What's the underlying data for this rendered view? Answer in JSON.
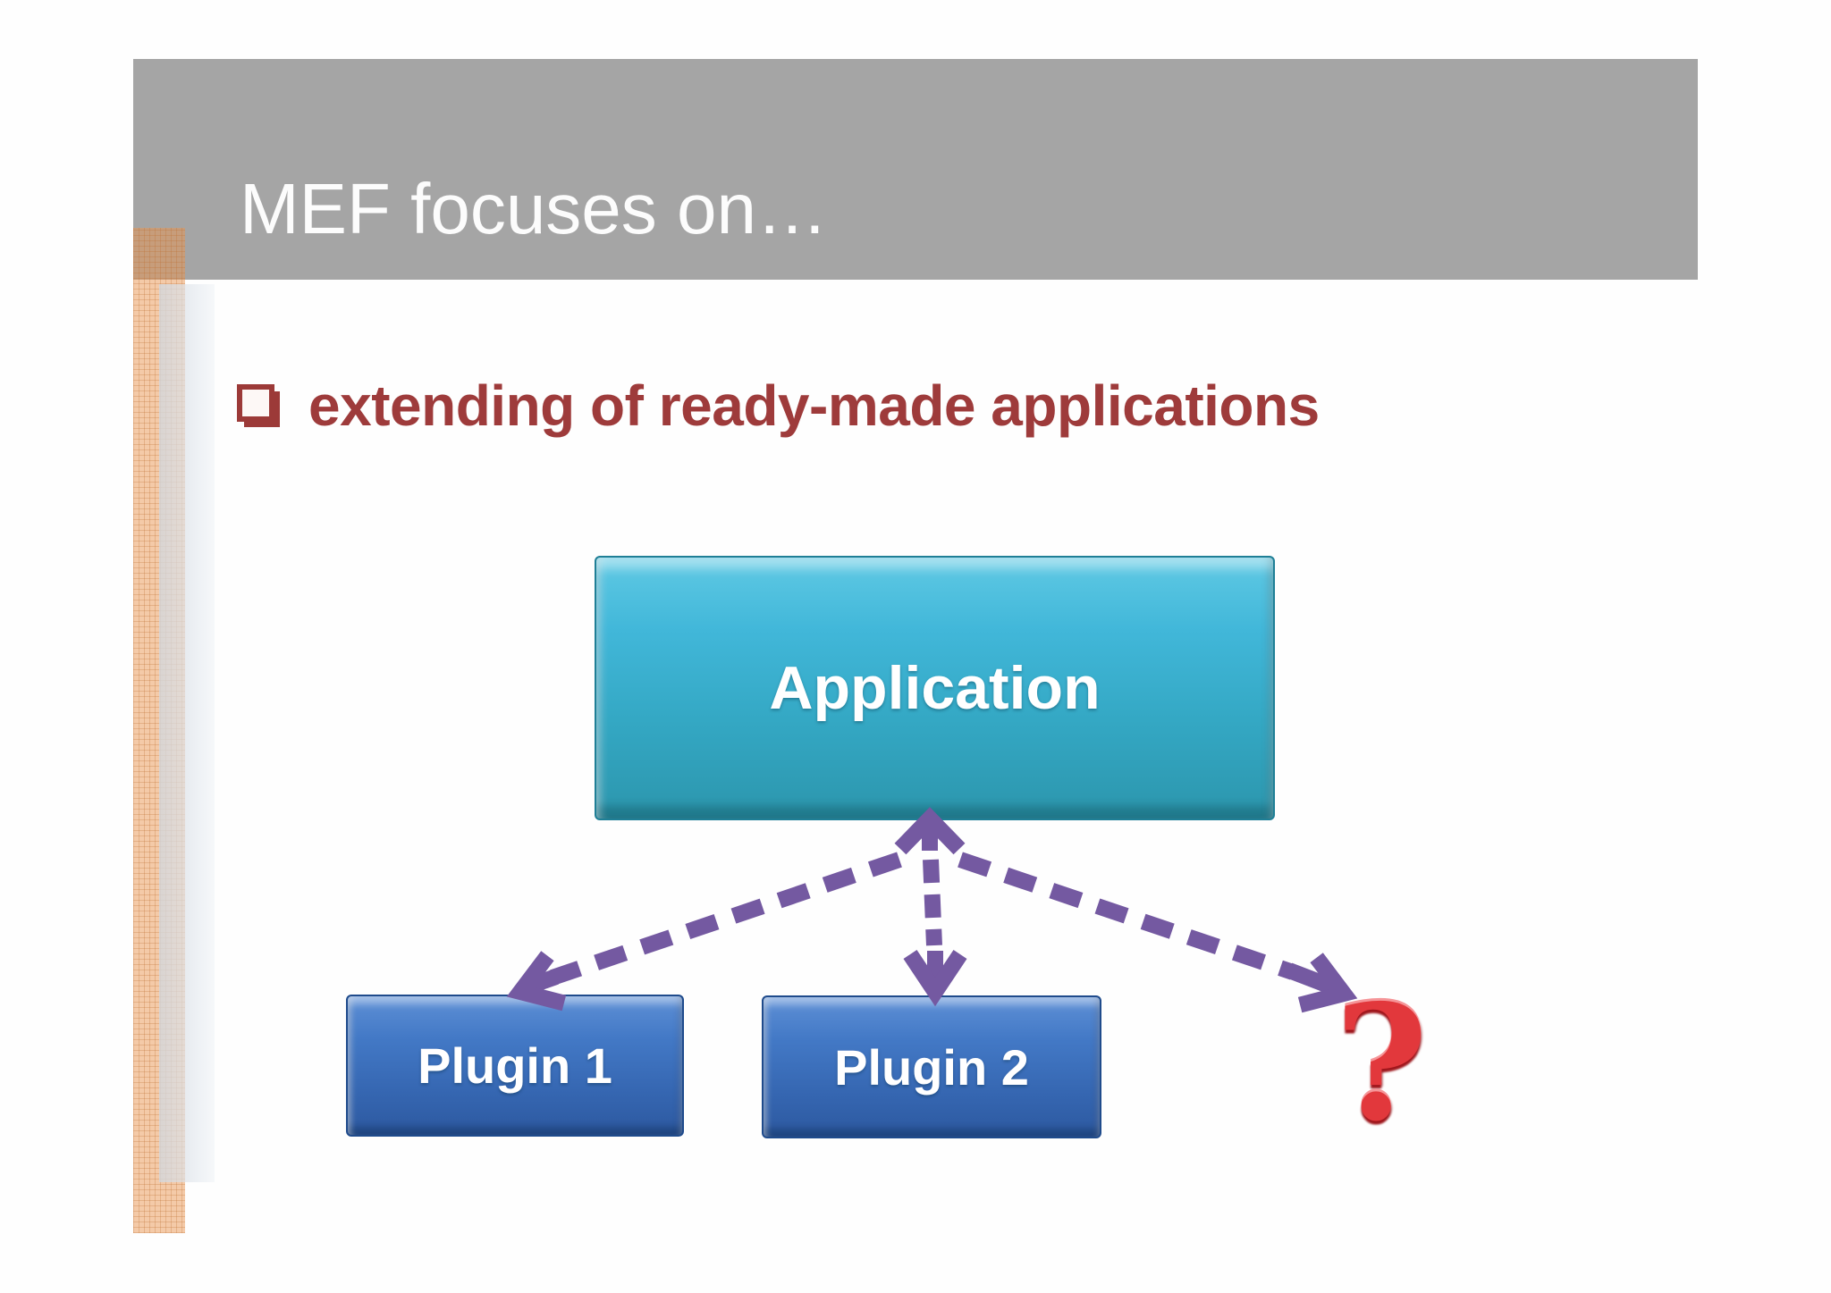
{
  "slide": {
    "title": "MEF focuses on…",
    "bullet": "extending of ready-made applications"
  },
  "diagram": {
    "nodes": [
      {
        "id": "application",
        "label": "Application",
        "shape": "box",
        "color_theme": "teal"
      },
      {
        "id": "plugin1",
        "label": "Plugin 1",
        "shape": "box",
        "color_theme": "blue"
      },
      {
        "id": "plugin2",
        "label": "Plugin 2",
        "shape": "box",
        "color_theme": "blue"
      },
      {
        "id": "unknown-plugin",
        "label": "?",
        "shape": "question-mark",
        "color_theme": "red"
      }
    ],
    "edges": [
      {
        "from": "application",
        "to": "plugin1",
        "style": "dashed",
        "arrowhead": "open-chevron"
      },
      {
        "from": "application",
        "to": "plugin2",
        "style": "dashed",
        "arrowhead": "open-chevron-both-ends"
      },
      {
        "from": "application",
        "to": "unknown-plugin",
        "style": "dashed",
        "arrowhead": "open-chevron"
      }
    ]
  },
  "colors": {
    "header_band": "#A5A5A5",
    "title_text": "#FCFCFC",
    "bullet_text": "#9E3B3B",
    "application_box_top": "#5FC9E4",
    "application_box_bottom": "#2C96AD",
    "plugin_box_top": "#5E90D6",
    "plugin_box_bottom": "#2D59A0",
    "arrow_purple": "#7459A1",
    "question_red": "#E2383C",
    "accent_strip_orange": "#EFB285",
    "accent_strip_gray": "#DDE2E8"
  }
}
